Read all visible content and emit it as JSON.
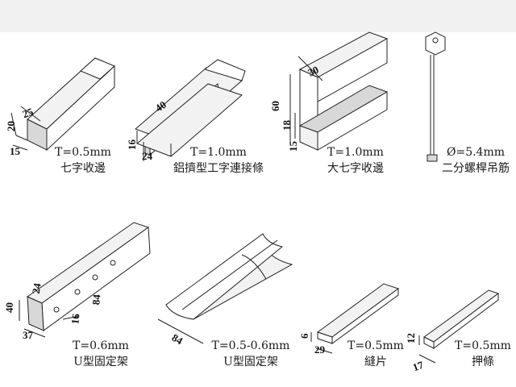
{
  "header": {
    "text": ""
  },
  "products": [
    {
      "spec": "T=0.5mm",
      "name": "七字收邊",
      "dims": [
        "20",
        "25",
        "15"
      ]
    },
    {
      "spec": "T=1.0mm",
      "name": "鋁擠型工字連接條",
      "dims": [
        "40",
        "16",
        "24"
      ]
    },
    {
      "spec": "T=1.0mm",
      "name": "大七字收邊",
      "dims": [
        "30",
        "60",
        "18",
        "15"
      ]
    },
    {
      "spec": "Ø=5.4mm",
      "name": "二分螺桿吊筋",
      "dims": []
    },
    {
      "spec": "T=0.6mm",
      "name": "U型固定架",
      "dims": [
        "40",
        "24",
        "84",
        "16",
        "37"
      ]
    },
    {
      "spec": "T=0.5-0.6mm",
      "name": "U型固定架",
      "dims": [
        "84"
      ]
    },
    {
      "spec": "T=0.5mm",
      "name": "縫片",
      "dims": [
        "6",
        "29"
      ]
    },
    {
      "spec": "T=0.5mm",
      "name": "押條",
      "dims": [
        "12",
        "17"
      ]
    }
  ],
  "icons": [
    "l-angle-trim-icon",
    "i-joint-strip-icon",
    "large-l-trim-icon",
    "threaded-rod-hanger-icon",
    "u-bracket-punched-icon",
    "u-bracket-channel-icon",
    "seam-strip-icon",
    "press-strip-icon"
  ],
  "colors": {
    "line": "#222222",
    "header_band": "#f1f1f1"
  }
}
